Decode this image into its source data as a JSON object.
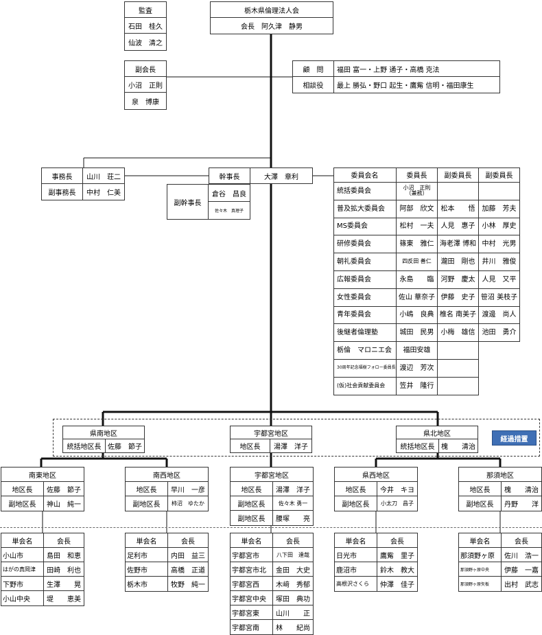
{
  "association": {
    "name": "栃木県倫理法人会",
    "chair": "会長　阿久津　静男"
  },
  "auditors": {
    "title": "監査",
    "members": [
      "石田　桂久",
      "仙波　清之"
    ]
  },
  "vice_chairs": {
    "title": "副会長",
    "members": [
      "小沼　正則",
      "泉　博康"
    ]
  },
  "advisors": [
    {
      "role": "顧　問",
      "names": "福田 富一・上野 通子・高橋 克法"
    },
    {
      "role": "相談役",
      "names": "最上 勝弘・野口 起生・鷹觜 信明・福田康生"
    }
  ],
  "secretariat": [
    {
      "role": "事務長",
      "name": "山川　荘二"
    },
    {
      "role": "副事務長",
      "name": "中村　仁美"
    }
  ],
  "executive": {
    "title": "幹事長",
    "name": "大澤　章利",
    "deputy_title": "副幹事長",
    "deputies": [
      "倉谷　昌良",
      "佐々木　真理子"
    ]
  },
  "committees": {
    "headers": [
      "委員会名",
      "委員長",
      "副委員長",
      "副委員長"
    ],
    "rows": [
      [
        "統括委員会",
        "小沼　正則\n（兼務）",
        "",
        ""
      ],
      [
        "普及拡大委員会",
        "阿部　欣文",
        "松本　　悟",
        "加藤　芳夫"
      ],
      [
        "MS委員会",
        "松村　一夫",
        "人見　惠子",
        "小林　厚史"
      ],
      [
        "研修委員会",
        "篠東　雅仁",
        "海老澤 博和",
        "中村　光男"
      ],
      [
        "朝礼委員会",
        "四反田 善仁",
        "瀧田　剛也",
        "井川　雅俊"
      ],
      [
        "広報委員会",
        "永島　　臨",
        "河野　慶太",
        "人見　又平"
      ],
      [
        "女性委員会",
        "佐山 華奈子",
        "伊藤　史子",
        "笹沼 美枝子"
      ],
      [
        "青年委員会",
        "小嶋　良典",
        "椎名 南美子",
        "渡邊　尚人"
      ],
      [
        "後継者倫理塾",
        "城田　民男",
        "小梅　雄信",
        "池田　勇介"
      ],
      [
        "栃倫　マロニエ会",
        "福田安雄",
        "",
        ""
      ],
      [
        "30周年記念福樹フォロー委員長",
        "渡辺　芳次",
        "",
        ""
      ],
      [
        "(仮)社会貢献委員会",
        "笠井　隆行",
        "",
        ""
      ]
    ]
  },
  "regions": [
    {
      "name": "県南地区",
      "role": "統括地区長",
      "person": "佐藤　節子"
    },
    {
      "name": "宇都宮地区",
      "role": "地区長",
      "person": "湯澤　洋子"
    },
    {
      "name": "県北地区",
      "role": "統括地区長",
      "person": "槐　　清治"
    }
  ],
  "transition_label": "経過措置",
  "districts": [
    {
      "name": "南東地区",
      "rows": [
        [
          "地区長",
          "佐藤　節子"
        ],
        [
          "副地区長",
          "神山　純一"
        ]
      ]
    },
    {
      "name": "南西地区",
      "rows": [
        [
          "地区長",
          "早川　一彦"
        ],
        [
          "副地区長",
          "柿沼　ゆたか"
        ]
      ]
    },
    {
      "name": "宇都宮地区",
      "rows": [
        [
          "地区長",
          "湯澤　洋子"
        ],
        [
          "副地区長",
          "佐々木 勇一"
        ],
        [
          "副地区長",
          "腰塚　　亮"
        ]
      ]
    },
    {
      "name": "県西地区",
      "rows": [
        [
          "地区長",
          "今井　キヨ"
        ],
        [
          "副地区長",
          "小太刀　昌子"
        ]
      ]
    },
    {
      "name": "那須地区",
      "rows": [
        [
          "地区長",
          "槐　　清治"
        ],
        [
          "副地区長",
          "丹野　　洋"
        ]
      ]
    }
  ],
  "units": [
    {
      "headers": [
        "単会名",
        "会長"
      ],
      "rows": [
        [
          "小山市",
          "島田　和恵"
        ],
        [
          "はがの真岡津",
          "田崎　利也"
        ],
        [
          "下野市",
          "生澤　　晃"
        ],
        [
          "小山中央",
          "堤　　恵美"
        ]
      ]
    },
    {
      "headers": [
        "単会名",
        "会長"
      ],
      "rows": [
        [
          "足利市",
          "内田　益三"
        ],
        [
          "佐野市",
          "高橋　正道"
        ],
        [
          "栃木市",
          "牧野　純一"
        ]
      ]
    },
    {
      "headers": [
        "単会名",
        "会長"
      ],
      "rows": [
        [
          "宇都宮市",
          "八下田　達哉"
        ],
        [
          "宇都宮市北",
          "金田　大史"
        ],
        [
          "宇都宮西",
          "木﨑　秀郁"
        ],
        [
          "宇都宮中央",
          "塚田　典功"
        ],
        [
          "宇都宮東",
          "山川　　正"
        ],
        [
          "宇都宮南",
          "林　　紀尚"
        ]
      ]
    },
    {
      "headers": [
        "単会名",
        "会長"
      ],
      "rows": [
        [
          "日光市",
          "鷹觜　里子"
        ],
        [
          "鹿沼市",
          "鈴木　教大"
        ],
        [
          "高根沢さくら",
          "仲澤　佳子"
        ]
      ]
    },
    {
      "headers": [
        "単会名",
        "会長"
      ],
      "rows": [
        [
          "那須野ヶ原",
          "佐川　浩一"
        ],
        [
          "那須野ヶ原中央",
          "伊藤　一嘉"
        ],
        [
          "那須野ヶ原矢板",
          "出村　武志"
        ]
      ]
    }
  ]
}
